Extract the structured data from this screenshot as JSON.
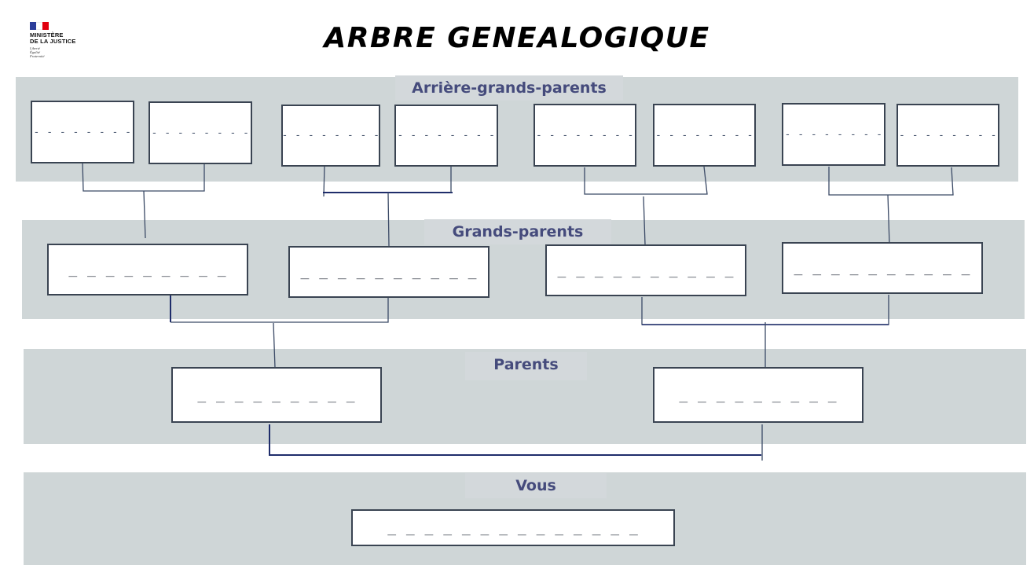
{
  "logo": {
    "line1": "MINISTÈRE",
    "line2": "DE LA JUSTICE",
    "motto": [
      "Liberté",
      "Égalité",
      "Fraternité"
    ]
  },
  "title": "ARBRE GENEALOGIQUE",
  "levels": {
    "great_grandparents": {
      "label": "Arrière-grands-parents",
      "boxes": [
        "- - - - - - - -",
        "- - - - - - - -",
        "- - - - - - - -",
        "- - - - - - - -",
        "- - - - - - - -",
        "- - - - - - - -",
        "- - - - - - - -",
        "- - - - - - - -"
      ]
    },
    "grandparents": {
      "label": "Grands-parents",
      "boxes": [
        "_ _ _ _ _ _ _ _ _",
        "_ _ _ _ _ _ _ _ _ _",
        "_ _ _ _ _ _ _ _ _ _",
        "_ _ _ _ _ _ _ _ _ _"
      ]
    },
    "parents": {
      "label": "Parents",
      "boxes": [
        "_ _ _ _ _ _ _ _ _",
        "_ _ _ _ _ _ _ _ _"
      ]
    },
    "you": {
      "label": "Vous",
      "boxes": [
        "_ _ _ _ _ _ _ _ _ _ _ _ _ _"
      ]
    }
  },
  "colors": {
    "band": "#cfd6d7",
    "label_text": "#454b7c",
    "box_border": "#3a4452",
    "connector": "#3b4a66",
    "connector_dark": "#1f2d6b"
  }
}
